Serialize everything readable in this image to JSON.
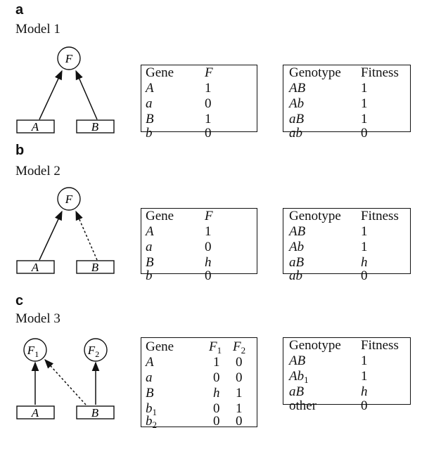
{
  "panels": [
    {
      "letter": "a",
      "title": "Model 1",
      "diagram": {
        "factors": [
          "F"
        ],
        "genes": [
          "A",
          "B"
        ],
        "b_link": "solid"
      },
      "gene_table": {
        "headers": [
          "Gene",
          "F"
        ],
        "rows": [
          [
            "A",
            "1"
          ],
          [
            "a",
            "0"
          ],
          [
            "B",
            "1"
          ],
          [
            "b",
            "0"
          ]
        ]
      },
      "fitness_table": {
        "headers": [
          "Genotype",
          "Fitness"
        ],
        "rows": [
          [
            "AB",
            "1"
          ],
          [
            "Ab",
            "1"
          ],
          [
            "aB",
            "1"
          ],
          [
            "ab",
            "0"
          ]
        ]
      }
    },
    {
      "letter": "b",
      "title": "Model 2",
      "diagram": {
        "factors": [
          "F"
        ],
        "genes": [
          "A",
          "B"
        ],
        "b_link": "dashed"
      },
      "gene_table": {
        "headers": [
          "Gene",
          "F"
        ],
        "rows": [
          [
            "A",
            "1"
          ],
          [
            "a",
            "0"
          ],
          [
            "B",
            "h"
          ],
          [
            "b",
            "0"
          ]
        ]
      },
      "fitness_table": {
        "headers": [
          "Genotype",
          "Fitness"
        ],
        "rows": [
          [
            "AB",
            "1"
          ],
          [
            "Ab",
            "1"
          ],
          [
            "aB",
            "h"
          ],
          [
            "ab",
            "0"
          ]
        ]
      }
    },
    {
      "letter": "c",
      "title": "Model 3",
      "diagram": {
        "factors": [
          "F1",
          "F2"
        ],
        "genes": [
          "A",
          "B"
        ],
        "b_link": "dashed-cross"
      },
      "gene_table": {
        "headers": [
          "Gene",
          "F1",
          "F2"
        ],
        "rows": [
          [
            "A",
            "1",
            "0"
          ],
          [
            "a",
            "0",
            "0"
          ],
          [
            "B",
            "h",
            "1"
          ],
          [
            "b1",
            "0",
            "1"
          ],
          [
            "b2",
            "0",
            "0"
          ]
        ]
      },
      "fitness_table": {
        "headers": [
          "Genotype",
          "Fitness"
        ],
        "rows": [
          [
            "AB",
            "1"
          ],
          [
            "Ab1",
            "1"
          ],
          [
            "aB",
            "h"
          ],
          [
            "other",
            "0"
          ]
        ]
      }
    }
  ]
}
